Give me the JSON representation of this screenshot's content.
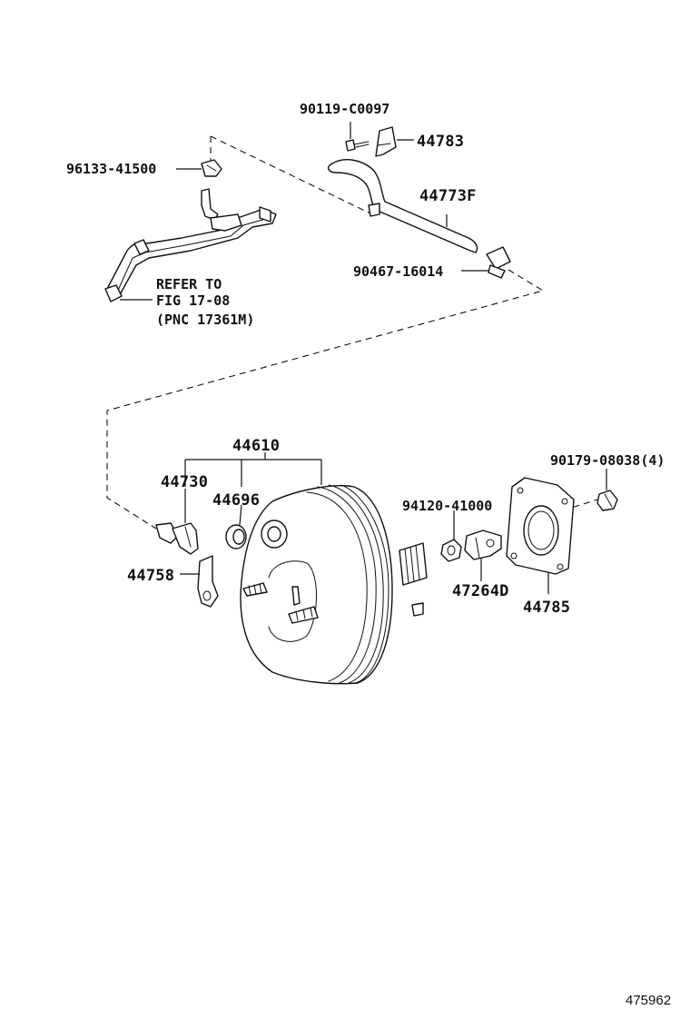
{
  "callouts": {
    "bolt_90119": "90119-C0097",
    "clamp_44783": "44783",
    "clip_96133": "96133-41500",
    "hose_44773f": "44773F",
    "clamp_90467": "90467-16014",
    "refer_line1": "REFER TO",
    "refer_line2": "FIG 17-08",
    "refer_line3": "(PNC 17361M)",
    "booster_44610": "44610",
    "valve_44730": "44730",
    "grommet_44696": "44696",
    "nut_90179": "90179-08038(4)",
    "nut_94120": "94120-41000",
    "bracket_44758": "44758",
    "clevis_47264d": "47264D",
    "gasket_44785": "44785"
  },
  "image_number": "475962"
}
